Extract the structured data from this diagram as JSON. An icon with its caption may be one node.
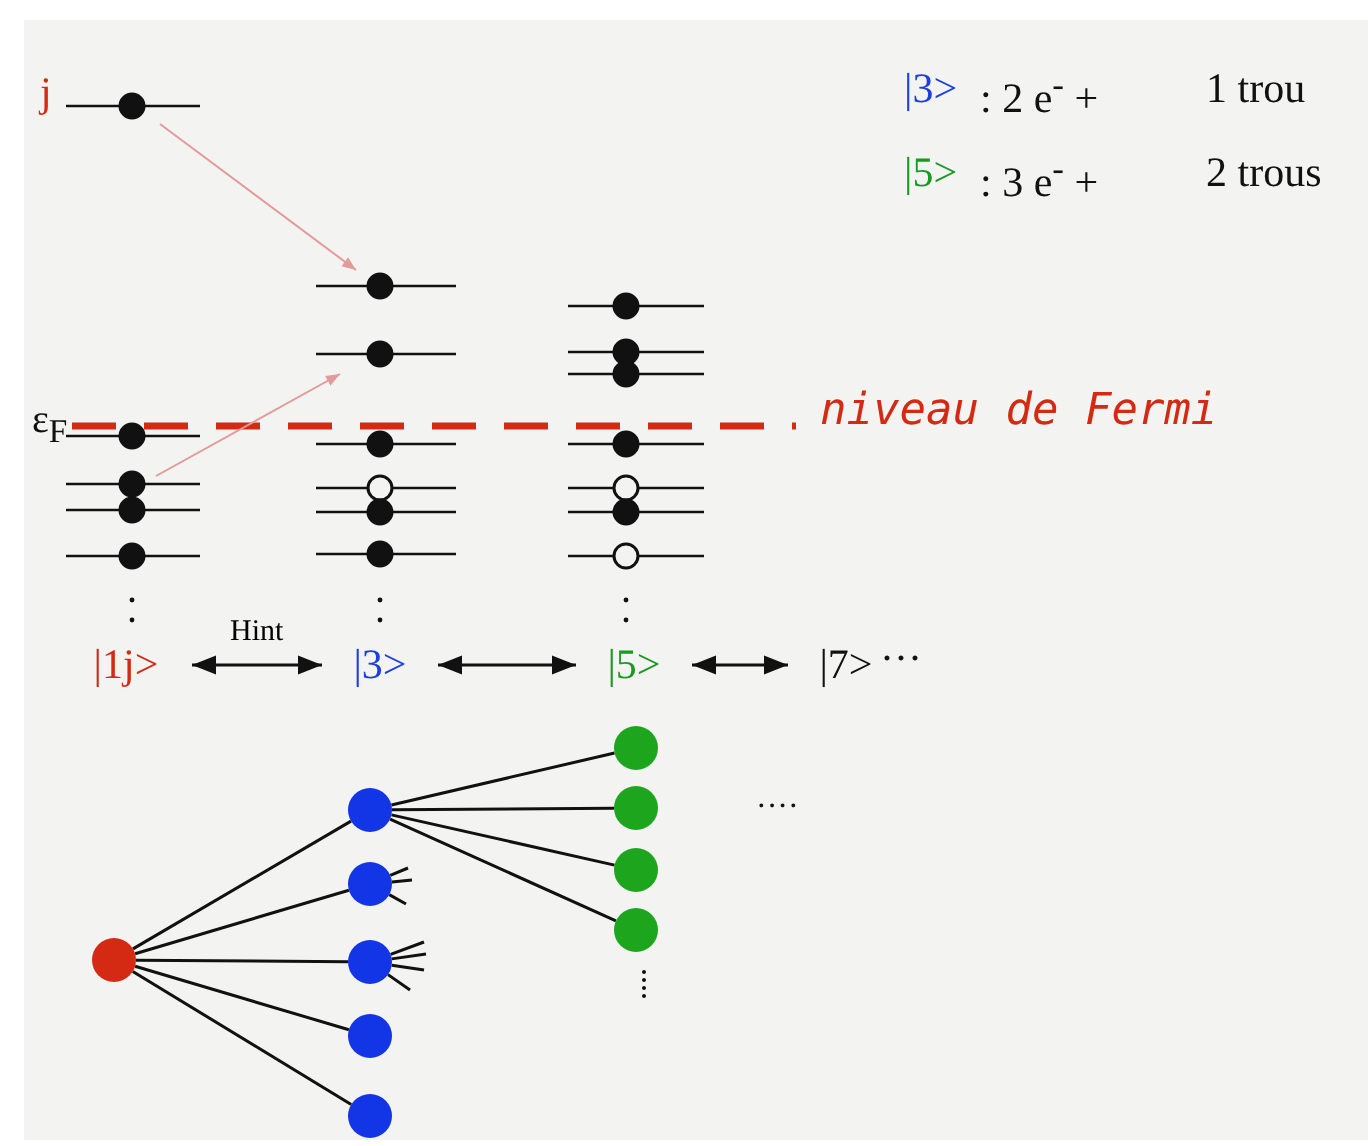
{
  "diagram": {
    "nodes": [
      {
        "text": [
          "|1j>"
        ]
      },
      {
        "text": [
          "|3>"
        ]
      },
      {
        "text": [
          "|5>"
        ]
      },
      {
        "text": [
          "|7>"
        ]
      },
      {
        "text": [],
        "shape": "circle"
      },
      {
        "text": [],
        "shape": "circle"
      },
      {
        "text": [],
        "shape": "circle"
      },
      {
        "text": [],
        "shape": "circle"
      },
      {
        "text": [],
        "shape": "circle"
      },
      {
        "text": [],
        "shape": "circle"
      },
      {
        "text": [],
        "shape": "circle"
      },
      {
        "text": [],
        "shape": "circle"
      },
      {
        "text": [],
        "shape": "circle"
      },
      {
        "text": [],
        "shape": "circle"
      }
    ],
    "edges": [
      {
        "from": 0,
        "to": 1,
        "arrow": "both",
        "label": "Hint"
      },
      {
        "from": 1,
        "to": 2,
        "arrow": "both"
      },
      {
        "from": 2,
        "to": 3,
        "arrow": "both"
      },
      {
        "from": 4,
        "to": 5,
        "arrow": "none"
      },
      {
        "from": 4,
        "to": 6,
        "arrow": "none"
      },
      {
        "from": 4,
        "to": 7,
        "arrow": "none"
      },
      {
        "from": 4,
        "to": 8,
        "arrow": "none"
      },
      {
        "from": 4,
        "to": 9,
        "arrow": "none"
      },
      {
        "from": 5,
        "to": 10,
        "arrow": "none"
      },
      {
        "from": 5,
        "to": 11,
        "arrow": "none"
      },
      {
        "from": 5,
        "to": 12,
        "arrow": "none"
      },
      {
        "from": 5,
        "to": 13,
        "arrow": "none"
      },
      {
        "from": 6,
        "to": null,
        "arrow": "none"
      },
      {
        "from": 6,
        "to": null,
        "arrow": "none"
      },
      {
        "from": 6,
        "to": null,
        "arrow": "none"
      },
      {
        "from": 7,
        "to": null,
        "arrow": "none"
      },
      {
        "from": 7,
        "to": null,
        "arrow": "none"
      },
      {
        "from": 7,
        "to": null,
        "arrow": "none"
      },
      {
        "from": 7,
        "to": null,
        "arrow": "none"
      }
    ],
    "labels": [
      "j",
      "|3>",
      ": 2 e$^{-}$ +",
      "1 trou",
      "|5>",
      ": 3 e$^{-}$ +",
      "2 trous",
      "ε$_{F}$",
      "niveau de Fermi",
      "···",
      "····"
    ]
  }
}
